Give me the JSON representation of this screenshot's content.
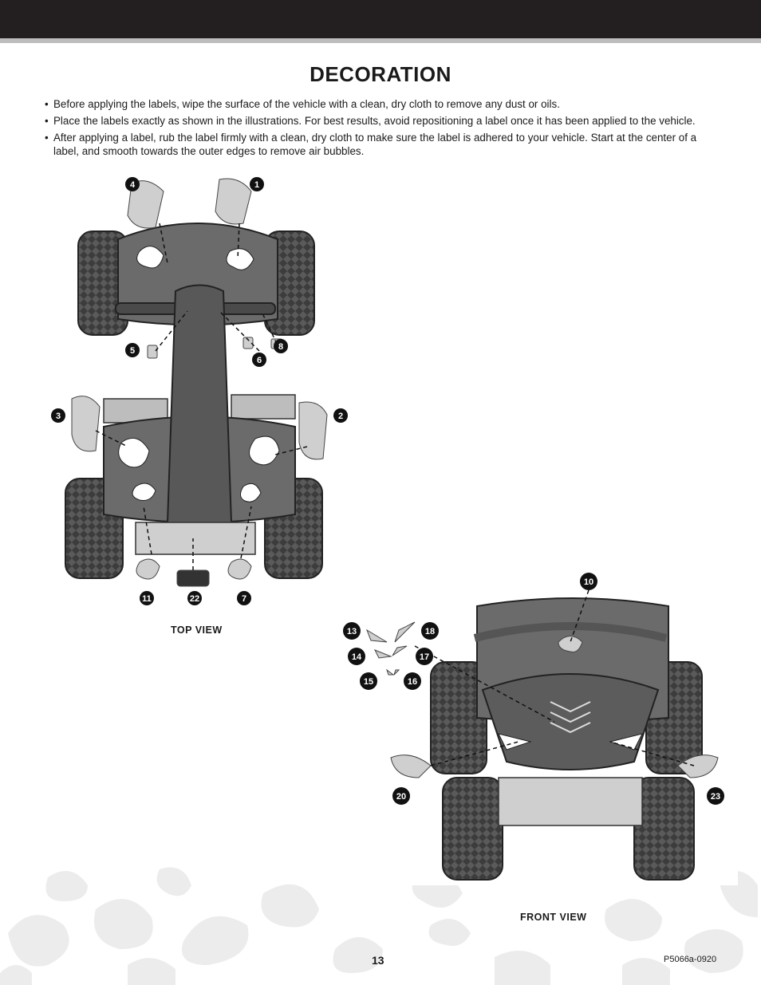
{
  "header": {
    "bar_color": "#231f20"
  },
  "title": "DECORATION",
  "bullets": [
    "Before applying the labels, wipe the surface of the vehicle with a clean, dry cloth to remove any dust or oils.",
    "Place the labels exactly as shown in the illustrations. For best results, avoid repositioning a label once it has been applied to the vehicle.",
    "After applying a label, rub the label firmly with a clean, dry cloth to make sure the label is adhered to your vehicle. Start at the center of a label, and smooth towards the outer edges to remove air bubbles."
  ],
  "top_view": {
    "caption": "TOP VIEW",
    "labels": [
      "4",
      "1",
      "5",
      "8",
      "6",
      "3",
      "2",
      "11",
      "22",
      "7"
    ]
  },
  "front_view": {
    "caption": "FRONT VIEW",
    "labels": [
      "10",
      "13",
      "18",
      "14",
      "17",
      "15",
      "16",
      "20",
      "23"
    ]
  },
  "footer": {
    "page_number": "13",
    "doc_code": "P5066a-0920"
  }
}
